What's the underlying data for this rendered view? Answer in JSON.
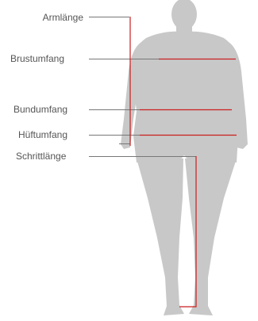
{
  "labels": {
    "armlaenge": "Armlänge",
    "brustumfang": "Brustumfang",
    "bundumfang": "Bundumfang",
    "hueftumfang": "Hüftumfang",
    "schrittlaenge": "Schrittlänge"
  },
  "colors": {
    "body": "#c8c8c8",
    "measure_line": "#cc1f1f",
    "leader_line": "#777777",
    "label_text": "#555555"
  }
}
